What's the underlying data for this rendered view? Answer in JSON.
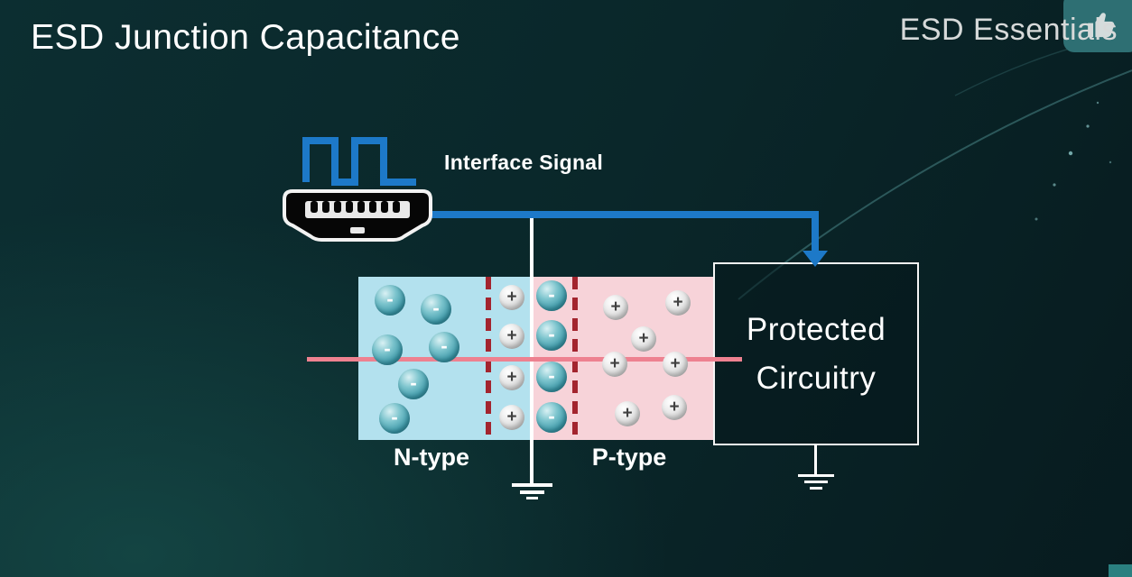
{
  "header": {
    "title": "ESD Junction Capacitance",
    "brand": "ESD Essentials"
  },
  "diagram": {
    "interface_signal": "Interface Signal",
    "n_type": "N-type",
    "p_type": "P-type",
    "protected_line1": "Protected",
    "protected_line2": "Circuitry",
    "minus": "-",
    "plus": "+"
  },
  "icons": {
    "thumbs_up": "thumbs-up-icon"
  },
  "colors": {
    "signal_blue": "#1d79c8",
    "n_region_blue": "#b3e1ee",
    "p_region_pink": "#f7d3d9",
    "depletion_dash_red": "#a3242e",
    "junction_wire_pink": "#ee8190",
    "minus_ball_teal": "#3e99a9",
    "plus_ball_gray": "#d8d8d8",
    "background_teal": "#0a272a",
    "badge_teal": "#2e6f73"
  }
}
